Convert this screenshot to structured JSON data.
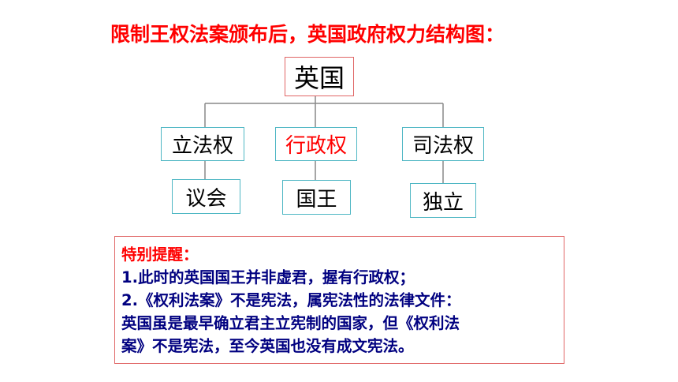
{
  "title": "限制王权法案颁布后，英国政府权力结构图：",
  "root": "英国",
  "branches": [
    {
      "name": "立法权",
      "holder": "议会"
    },
    {
      "name": "行政权",
      "holder": "国王"
    },
    {
      "name": "司法权",
      "holder": "独立"
    }
  ],
  "note": {
    "heading": "特别提醒：",
    "lines": [
      "1.此时的英国国王并非虚君，握有行政权；",
      "2.《权利法案》不是宪法，属宪法性的法律文件：",
      "英国虽是最早确立君主立宪制的国家，但《权利法",
      "案》不是宪法，至今英国也没有成文宪法。"
    ]
  },
  "colors": {
    "title": "#ff0000",
    "highlight_branch": "#ff0000",
    "note_text": "#000080",
    "root_border": "#e06666",
    "node_border": "#4fb7c4",
    "connector": "#888888"
  }
}
